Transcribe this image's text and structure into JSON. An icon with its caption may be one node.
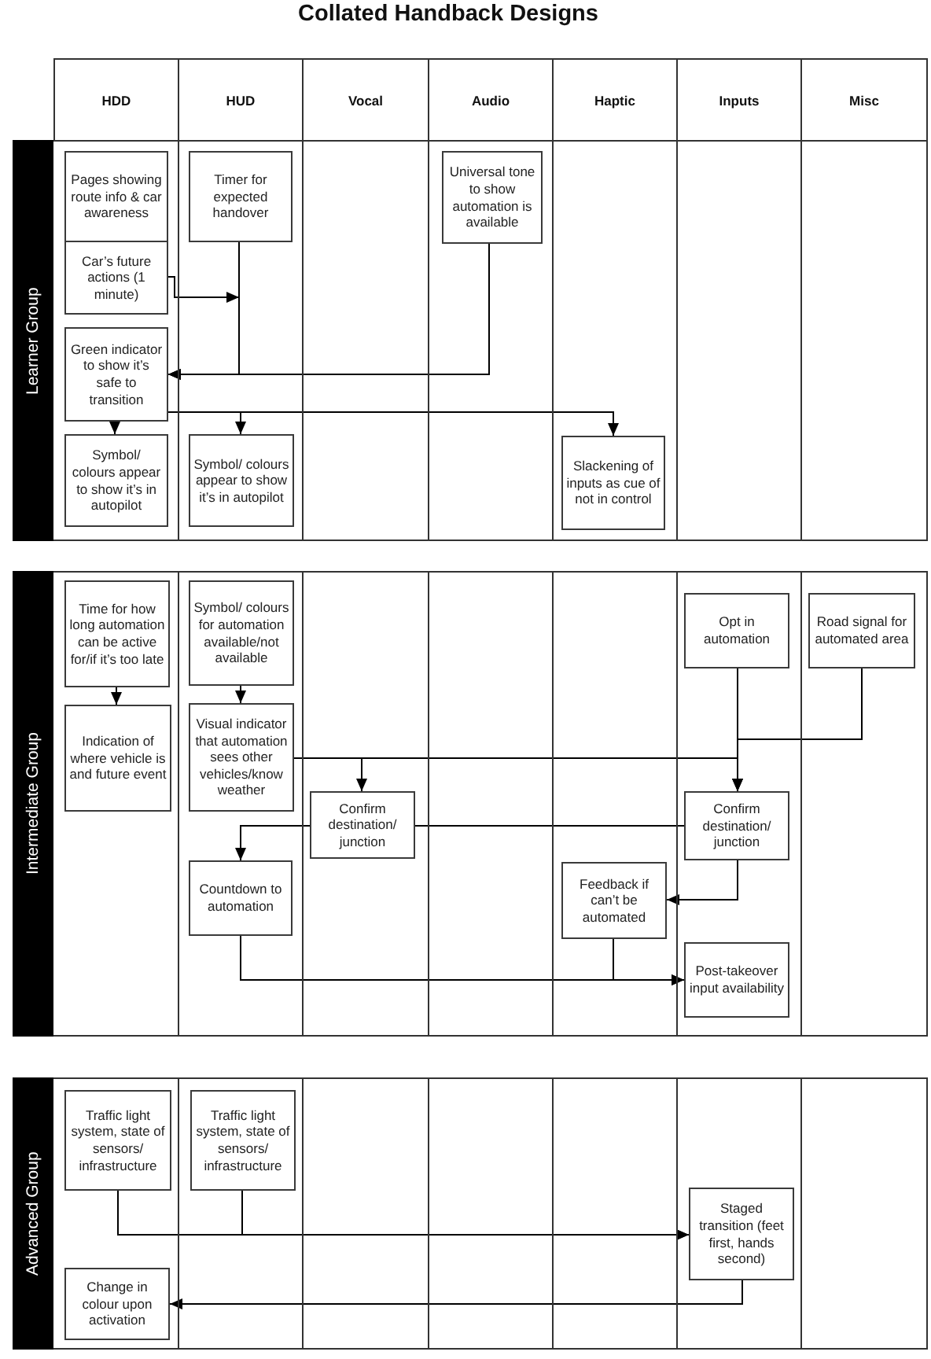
{
  "diagram": {
    "title": "Collated Handback Designs",
    "nodes": [
      {
        "text": [
          "HDD"
        ]
      },
      {
        "text": [
          "HUD"
        ]
      },
      {
        "text": [
          "Vocal"
        ]
      },
      {
        "text": [
          "Audio"
        ]
      },
      {
        "text": [
          "Haptic"
        ]
      },
      {
        "text": [
          "Inputs"
        ]
      },
      {
        "text": [
          "Misc"
        ]
      },
      {
        "text": [
          "Learner Group"
        ]
      },
      {
        "text": [
          "Pages showing route info & car awareness"
        ],
        "in": 7
      },
      {
        "text": [
          "Timer for expected handover"
        ],
        "in": 7
      },
      {
        "text": [
          "Universal tone to show automation is available"
        ],
        "in": 7
      },
      {
        "text": [
          "Car’s future actions (1 minute)"
        ],
        "in": 7
      },
      {
        "text": [
          "Green indicator to show it’s safe to transition"
        ],
        "in": 7
      },
      {
        "text": [
          "Symbol/ colours appear to show it’s in autopilot"
        ],
        "in": 7
      },
      {
        "text": [
          "Symbol/ colours appear to show it’s in autopilot"
        ],
        "in": 7
      },
      {
        "text": [
          "Slackening of inputs as cue of not in control"
        ],
        "in": 7
      },
      {
        "text": [
          "Intermediate Group"
        ]
      },
      {
        "text": [
          "Time for how long automation can be active for/if it’s too late"
        ],
        "in": 16
      },
      {
        "text": [
          "Symbol/ colours for automation available/not available"
        ],
        "in": 16
      },
      {
        "text": [
          "Opt in automation"
        ],
        "in": 16
      },
      {
        "text": [
          "Road signal for automated area"
        ],
        "in": 16
      },
      {
        "text": [
          "Indication of where vehicle is and future event"
        ],
        "in": 16
      },
      {
        "text": [
          "Visual indicator that automation sees other vehicles/know weather"
        ],
        "in": 16
      },
      {
        "text": [
          "Confirm destination/ junction"
        ],
        "in": 16
      },
      {
        "text": [
          "Confirm destination/ junction"
        ],
        "in": 16
      },
      {
        "text": [
          "Feedback if can’t be automated"
        ],
        "in": 16
      },
      {
        "text": [
          "Countdown to automation"
        ],
        "in": 16
      },
      {
        "text": [
          "Post-takeover input availability"
        ],
        "in": 16
      },
      {
        "text": [
          "Advanced Group"
        ]
      },
      {
        "text": [
          "Traffic light system, state of sensors/ infrastructure"
        ],
        "in": 28
      },
      {
        "text": [
          "Traffic light system, state of sensors/ infrastructure"
        ],
        "in": 28
      },
      {
        "text": [
          "Staged transition (feet first, hands second)"
        ],
        "in": 28
      },
      {
        "text": [
          "Change in colour upon activation"
        ],
        "in": 28
      }
    ],
    "edges": [
      {
        "from": 9,
        "to": 12,
        "arrow": "to"
      },
      {
        "from": 11,
        "to": 12,
        "arrow": "to"
      },
      {
        "from": 10,
        "to": 12,
        "arrow": "to"
      },
      {
        "from": 12,
        "to": 13,
        "arrow": "to"
      },
      {
        "from": 12,
        "to": 14,
        "arrow": "to"
      },
      {
        "from": 12,
        "to": 15,
        "arrow": "to"
      },
      {
        "from": 17,
        "to": 21,
        "arrow": "to"
      },
      {
        "from": 18,
        "to": 22,
        "arrow": "to"
      },
      {
        "from": 22,
        "to": 23,
        "arrow": "to"
      },
      {
        "from": 22,
        "to": 24,
        "arrow": "to"
      },
      {
        "from": 19,
        "to": 24,
        "arrow": "to"
      },
      {
        "from": 20,
        "to": 24,
        "arrow": "to"
      },
      {
        "from": 24,
        "to": 23,
        "arrow": "none"
      },
      {
        "from": 23,
        "to": 26,
        "arrow": "to"
      },
      {
        "from": 24,
        "to": 25,
        "arrow": "to"
      },
      {
        "from": 26,
        "to": 27,
        "arrow": "to"
      },
      {
        "from": 25,
        "to": 27,
        "arrow": "to"
      },
      {
        "from": 29,
        "to": 31,
        "arrow": "to"
      },
      {
        "from": 30,
        "to": 31,
        "arrow": "to"
      },
      {
        "from": 31,
        "to": 32,
        "arrow": "to"
      }
    ]
  }
}
